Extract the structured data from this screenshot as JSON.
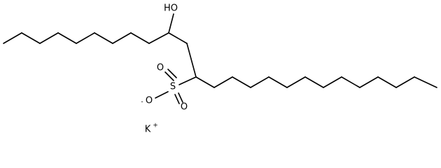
{
  "molecule": {
    "labels": {
      "hydroxyl": "HO",
      "sulfur": "S",
      "oxygen_top": "O",
      "oxygen_bottom": "O",
      "oxygen_anion": "O",
      "anion_charge": "-",
      "cation": "K",
      "cation_charge": "+"
    }
  },
  "colors": {
    "bond": "#000000",
    "text": "#000000",
    "background": "#ffffff"
  }
}
